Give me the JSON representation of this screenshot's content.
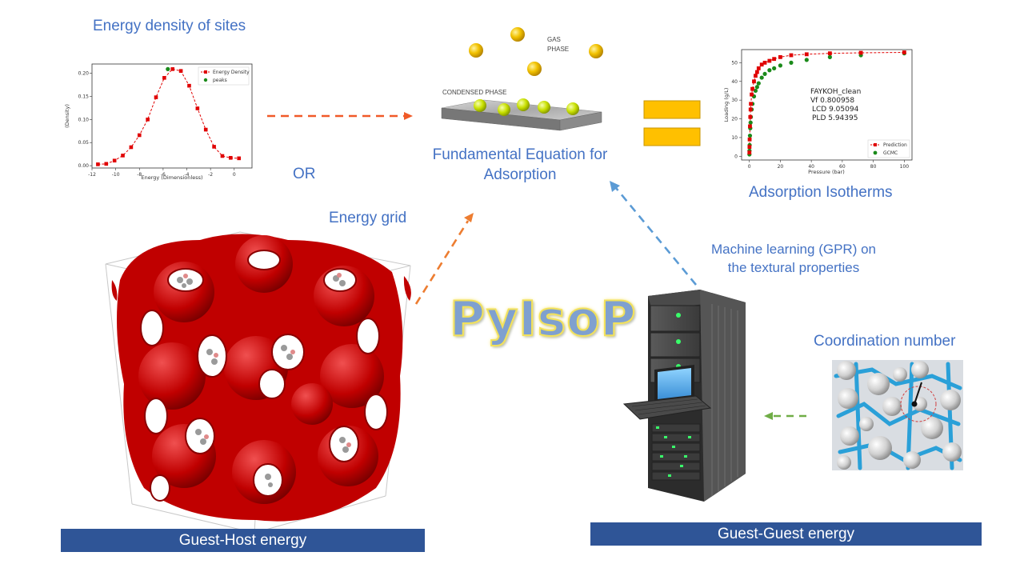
{
  "labels": {
    "energy_density": "Energy density of sites",
    "or": "OR",
    "energy_grid": "Energy grid",
    "fundamental_line1": "Fundamental  Equation for",
    "fundamental_line2": "Adsorption",
    "isotherms": "Adsorption  Isotherms",
    "ml_line1": "Machine learning (GPR) on",
    "ml_line2": "the textural properties",
    "coordination": "Coordination number",
    "pyisop": "PyIsoP",
    "guest_host": "Guest-Host energy",
    "guest_guest": "Guest-Guest energy",
    "gas_phase_1": "GAS",
    "gas_phase_2": "PHASE",
    "condensed_phase": "CONDENSED PHASE"
  },
  "colors": {
    "label_blue": "#4472c4",
    "bar_blue": "#2f5597",
    "arrow_red": "#f05a28",
    "arrow_orange": "#ed7d31",
    "arrow_blue": "#5b9bd5",
    "arrow_green": "#70ad47",
    "equals_gold": "#ffc000",
    "framework_red": "#c00000"
  },
  "chart_data": [
    {
      "type": "line",
      "xlabel": "Energy (Dimensionless)",
      "ylabel": "(Density)",
      "xlim": [
        -12,
        1.5
      ],
      "ylim": [
        -0.005,
        0.22
      ],
      "xticks": [
        "-12",
        "-10",
        "-8",
        "-6",
        "-4",
        "-2",
        "0"
      ],
      "yticks": [
        "0.00",
        "0.05",
        "0.10",
        "0.15",
        "0.20"
      ],
      "legend": [
        "Energy Density",
        "peaks"
      ],
      "legend_position": "top-right",
      "series": [
        {
          "name": "Energy Density",
          "x": [
            -11.5,
            -10.8,
            -10.1,
            -9.4,
            -8.7,
            -8.0,
            -7.3,
            -6.6,
            -5.9,
            -5.2,
            -4.5,
            -3.8,
            -3.1,
            -2.4,
            -1.7,
            -1.0,
            -0.3,
            0.4
          ],
          "values": [
            0.003,
            0.004,
            0.011,
            0.022,
            0.04,
            0.066,
            0.1,
            0.148,
            0.19,
            0.209,
            0.205,
            0.173,
            0.124,
            0.078,
            0.041,
            0.021,
            0.017,
            0.016
          ]
        },
        {
          "name": "peaks",
          "x": [
            -5.6
          ],
          "values": [
            0.209
          ]
        }
      ]
    },
    {
      "type": "scatter",
      "xlabel": "Pressure (bar)",
      "ylabel": "Loading (g/L)",
      "xlim": [
        -5,
        105
      ],
      "ylim": [
        -2,
        57
      ],
      "xticks": [
        "0",
        "20",
        "40",
        "60",
        "80",
        "100"
      ],
      "yticks": [
        "0",
        "10",
        "20",
        "30",
        "40",
        "50"
      ],
      "legend": [
        "Prediction",
        "GCMC"
      ],
      "legend_position": "bottom-right",
      "annotation": [
        "FAYKOH_clean",
        "Vf 0.800958",
        "LCD 9.05094",
        "PLD 5.94395"
      ],
      "series": [
        {
          "name": "Prediction",
          "x": [
            0.05,
            0.1,
            0.2,
            0.4,
            0.6,
            0.8,
            1,
            1.5,
            2,
            3,
            4,
            5,
            6,
            8,
            10,
            13,
            16,
            20,
            27,
            37,
            52,
            72,
            100
          ],
          "values": [
            2,
            5,
            9,
            16,
            21,
            25,
            28,
            33,
            36,
            40,
            43,
            45,
            47,
            49,
            50,
            51,
            52,
            53,
            54,
            54.5,
            55,
            55.3,
            55.5
          ]
        },
        {
          "name": "GCMC",
          "x": [
            0.05,
            0.1,
            0.2,
            0.4,
            0.6,
            0.8,
            1,
            1.5,
            2,
            3,
            4,
            5,
            6,
            8,
            10,
            13,
            16,
            20,
            27,
            37,
            52,
            72,
            100
          ],
          "values": [
            1,
            3,
            6,
            11,
            15,
            18,
            21,
            25,
            28,
            32,
            35,
            37,
            39,
            42,
            44,
            46,
            47,
            48.5,
            50,
            51.5,
            53,
            54,
            55
          ]
        }
      ]
    }
  ]
}
